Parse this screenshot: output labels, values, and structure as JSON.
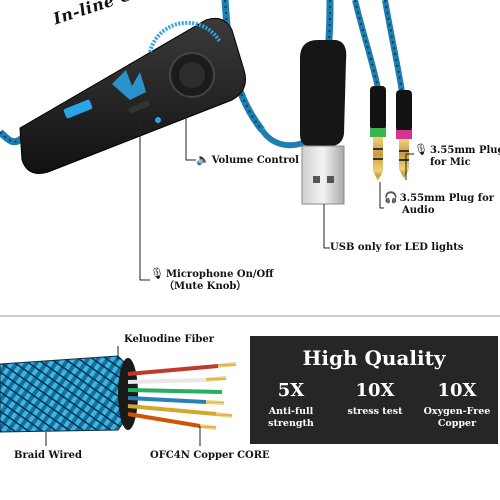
{
  "title": "In-line Control",
  "labels": {
    "volume": "Volume Control",
    "mic_plug_line1": "3.55mm Plug",
    "mic_plug_line2": "for Mic",
    "audio_plug_line1": "3.55mm Plug for",
    "audio_plug_line2": "Audio",
    "usb": "USB only for LED lights",
    "mic_switch_line1": "Microphone On/Off",
    "mic_switch_line2": "（Mute Knob）",
    "fiber": "Keluodine Fiber",
    "braid": "Braid Wired",
    "copper": "OFC4N Copper CORE"
  },
  "icons": {
    "volume": "speaker-icon",
    "mic_plug": "microphone-icon",
    "audio_plug": "headphones-icon",
    "mic_switch": "muted-microphone-icon"
  },
  "quality": {
    "title": "High Quality",
    "stats": [
      {
        "value": "5X",
        "desc_line1": "Anti-full strength",
        "desc_line2": ""
      },
      {
        "value": "10X",
        "desc_line1": "stress test",
        "desc_line2": ""
      },
      {
        "value": "10X",
        "desc_line1": "Oxygen-Free",
        "desc_line2": "Copper"
      }
    ]
  },
  "colors": {
    "cable_blue": "#2a9fd6",
    "panel_bg": "#262626",
    "plug_gold": "#d9b45a",
    "mic_ring": "#d6338f",
    "audio_ring": "#3cb44b"
  }
}
